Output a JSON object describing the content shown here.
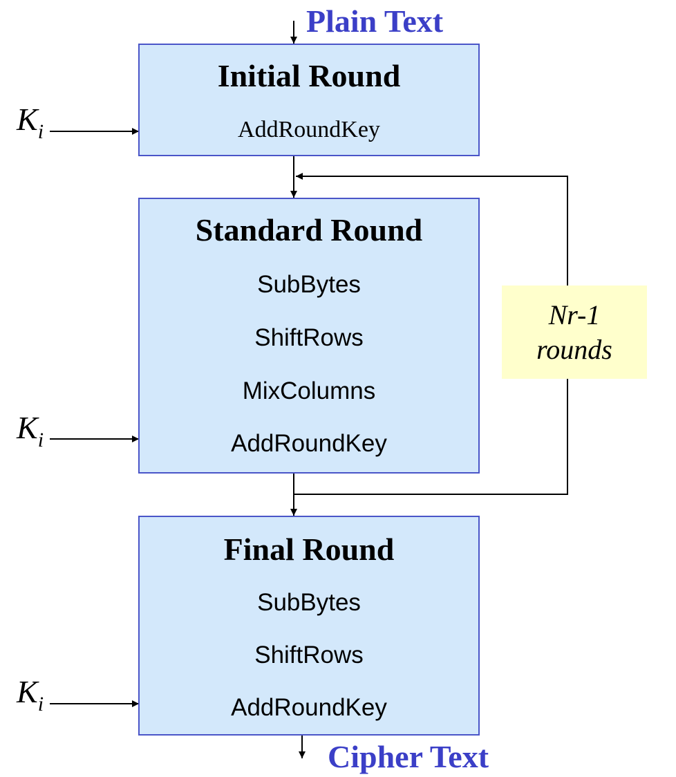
{
  "input_label": "Plain Text",
  "output_label": "Cipher Text",
  "key": {
    "letter": "K",
    "subscript": "i"
  },
  "initial_round": {
    "title": "Initial Round",
    "steps": [
      "AddRoundKey"
    ]
  },
  "standard_round": {
    "title": "Standard Round",
    "steps": [
      "SubBytes",
      "ShiftRows",
      "MixColumns",
      "AddRoundKey"
    ]
  },
  "final_round": {
    "title": "Final Round",
    "steps": [
      "SubBytes",
      "ShiftRows",
      "AddRoundKey"
    ]
  },
  "loop_note": {
    "line1": "Nr-1",
    "line2": "rounds"
  },
  "colors": {
    "box_fill": "#d3e8fb",
    "box_border": "#4a55c8",
    "io_text": "#3b3fc7",
    "note_fill": "#ffffcc"
  }
}
